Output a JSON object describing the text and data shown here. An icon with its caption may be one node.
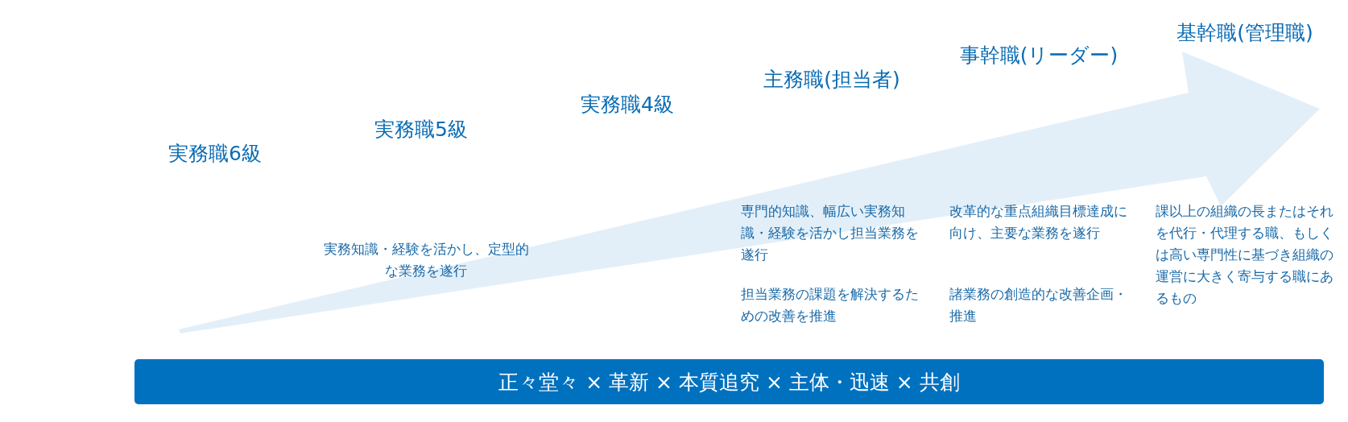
{
  "diagram": {
    "nodes": [
      {
        "text": [
          "正々堂々 × 革新 × 本質追究 × 主体・迅速 × 共創"
        ]
      }
    ],
    "edges": [],
    "labels": [
      "実務職6級",
      "実務職5級",
      "実務職4級",
      "主務職(担当者)",
      "事幹職(リーダー)",
      "基幹職(管理職)",
      "実務知識・経験を活かし、定型的な業務を遂行",
      "専門的知識、幅広い実務知識・経験を活かし担当業務を遂行",
      "担当業務の課題を解決するための改善を推進",
      "改革的な重点組織目標達成に向け、主要な業務を遂行",
      "諸業務の創造的な改善企画・推進",
      "課以上の組織の長またはそれを代行・代理する職、もしくは高い専門性に基づき組織の運営に大きく寄与する職にあるもの"
    ]
  }
}
